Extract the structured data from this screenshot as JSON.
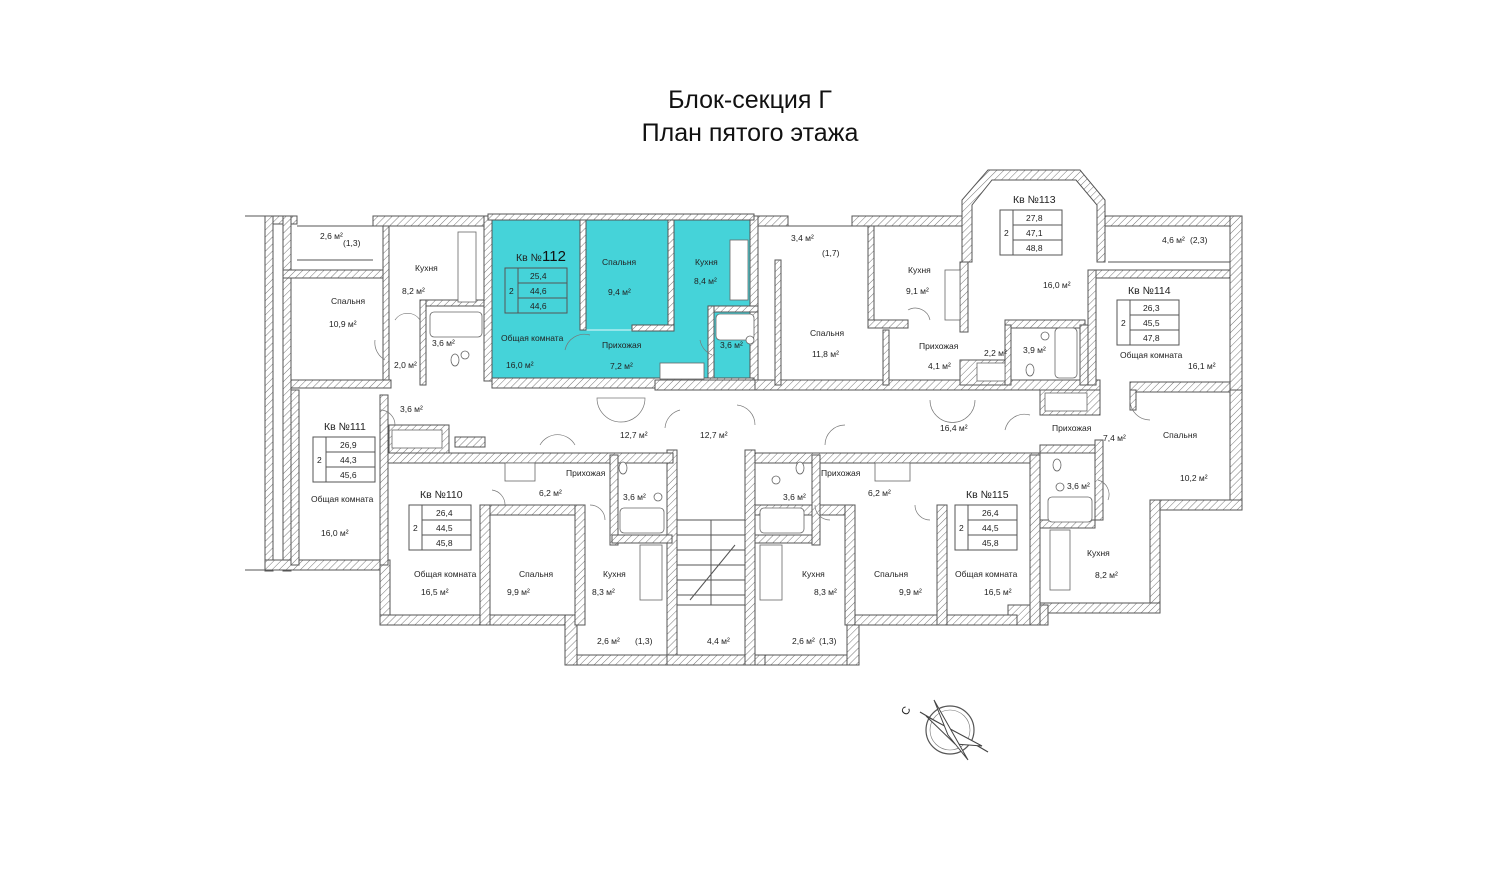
{
  "title": {
    "line1": "Блок-секция Г",
    "line2": "План пятого этажа"
  },
  "highlight_color": "#45d3d9",
  "compass_letter": "С",
  "apartments": [
    {
      "id": "112",
      "label": "Кв №",
      "number": "112",
      "rooms": "2",
      "area_living": "25,4",
      "area_total": "44,6",
      "area_with_balcony": "44,6"
    },
    {
      "id": "113",
      "label": "Кв №113",
      "rooms": "2",
      "area_living": "27,8",
      "area_total": "47,1",
      "area_with_balcony": "48,8"
    },
    {
      "id": "114",
      "label": "Кв №114",
      "rooms": "2",
      "area_living": "26,3",
      "area_total": "45,5",
      "area_with_balcony": "47,8"
    },
    {
      "id": "111",
      "label": "Кв №111",
      "rooms": "2",
      "area_living": "26,9",
      "area_total": "44,3",
      "area_with_balcony": "45,6"
    },
    {
      "id": "110",
      "label": "Кв №110",
      "rooms": "2",
      "area_living": "26,4",
      "area_total": "44,5",
      "area_with_balcony": "45,8"
    },
    {
      "id": "115",
      "label": "Кв №115",
      "rooms": "2",
      "area_living": "26,4",
      "area_total": "44,5",
      "area_with_balcony": "45,8"
    }
  ],
  "rooms": [
    {
      "name": "",
      "area": "2,6 м²",
      "note": "(1,3)"
    },
    {
      "name": "Кухня",
      "area": "8,2 м²"
    },
    {
      "name": "Спальня",
      "area": "10,9 м²"
    },
    {
      "name": "",
      "area": "3,6 м²"
    },
    {
      "name": "",
      "area": "2,0 м²"
    },
    {
      "name": "",
      "area": "3,6 м²"
    },
    {
      "name": "Спальня",
      "area": "9,4 м²"
    },
    {
      "name": "Кухня",
      "area": "8,4 м²"
    },
    {
      "name": "Общая комната",
      "area": "16,0 м²"
    },
    {
      "name": "Прихожая",
      "area": "7,2 м²"
    },
    {
      "name": "",
      "area": "3,6 м²"
    },
    {
      "name": "",
      "area": "3,4 м²",
      "note": "(1,7)"
    },
    {
      "name": "Кухня",
      "area": "9,1 м²"
    },
    {
      "name": "",
      "area": "16,0 м²"
    },
    {
      "name": "",
      "area": "4,6 м²",
      "note": "(2,3)"
    },
    {
      "name": "Спальня",
      "area": "11,8 м²"
    },
    {
      "name": "Прихожая",
      "area": "4,1 м²"
    },
    {
      "name": "",
      "area": "2,2 м²"
    },
    {
      "name": "",
      "area": "3,9 м²"
    },
    {
      "name": "Общая комната",
      "area": "16,1 м²"
    },
    {
      "name": "",
      "area": "12,7 м²"
    },
    {
      "name": "",
      "area": "12,7 м²"
    },
    {
      "name": "",
      "area": "16,4 м²"
    },
    {
      "name": "Прихожая",
      "area": "7,4 м²"
    },
    {
      "name": "Спальня",
      "area": "10,2 м²"
    },
    {
      "name": "Общая комната",
      "area": "16,0 м²"
    },
    {
      "name": "Прихожая",
      "area": "6,2 м²"
    },
    {
      "name": "",
      "area": "3,6 м²"
    },
    {
      "name": "",
      "area": "3,6 м²"
    },
    {
      "name": "Прихожая",
      "area": "6,2 м²"
    },
    {
      "name": "",
      "area": "3,6 м²"
    },
    {
      "name": "Общая комната",
      "area": "16,5 м²"
    },
    {
      "name": "Спальня",
      "area": "9,9 м²"
    },
    {
      "name": "Кухня",
      "area": "8,3 м²"
    },
    {
      "name": "Кухня",
      "area": "8,3 м²"
    },
    {
      "name": "Спальня",
      "area": "9,9 м²"
    },
    {
      "name": "Общая комната",
      "area": "16,5 м²"
    },
    {
      "name": "Кухня",
      "area": "8,2 м²"
    },
    {
      "name": "",
      "area": "2,6 м²",
      "note": "(1,3)"
    },
    {
      "name": "",
      "area": "4,4 м²"
    },
    {
      "name": "",
      "area": "2,6 м²",
      "note": "(1,3)"
    }
  ]
}
